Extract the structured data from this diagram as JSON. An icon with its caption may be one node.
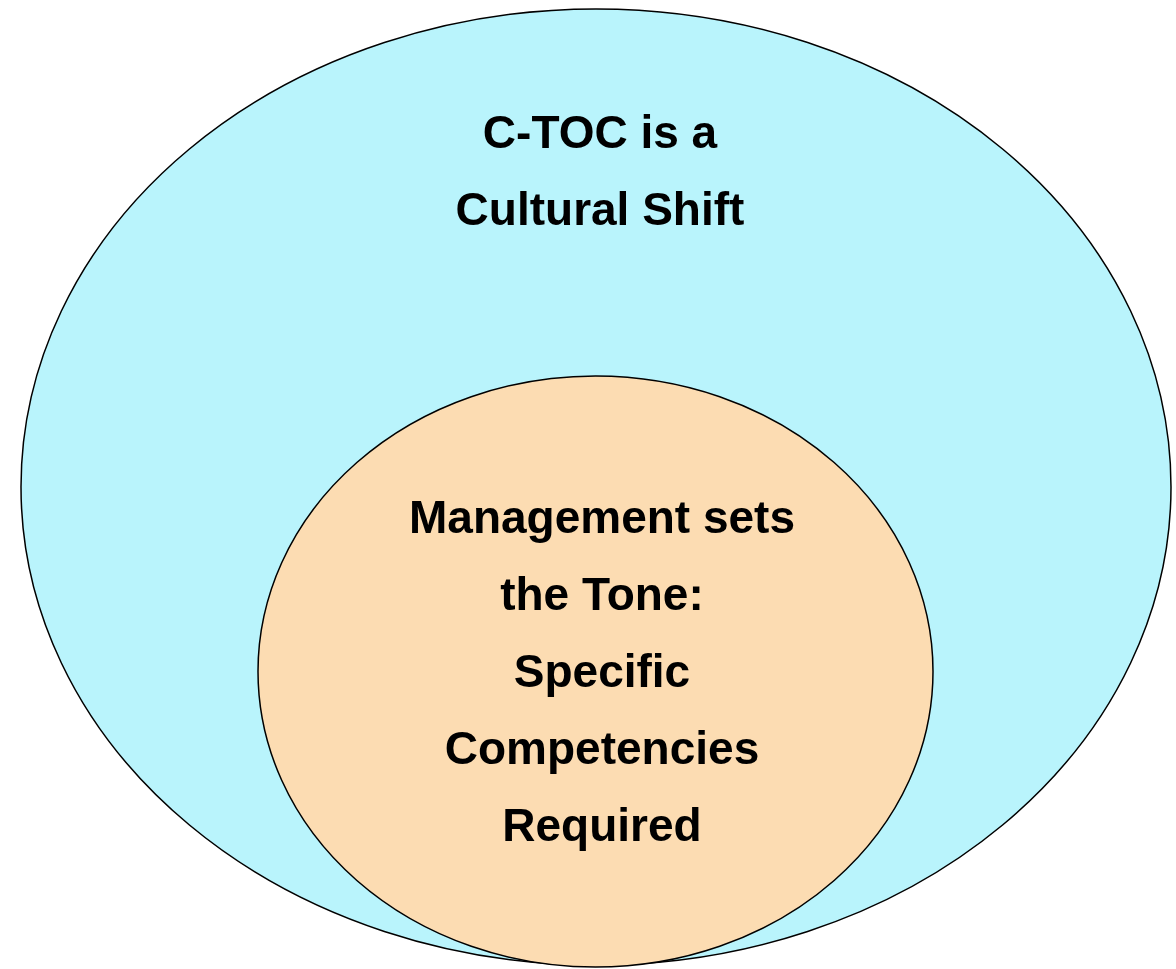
{
  "diagram": {
    "nodes": [
      {
        "text": [
          "C-TOC is a Cultural Shift"
        ]
      },
      {
        "text": [
          "Management sets the Tone: Specific Competencies Required"
        ],
        "in": 0
      }
    ]
  }
}
